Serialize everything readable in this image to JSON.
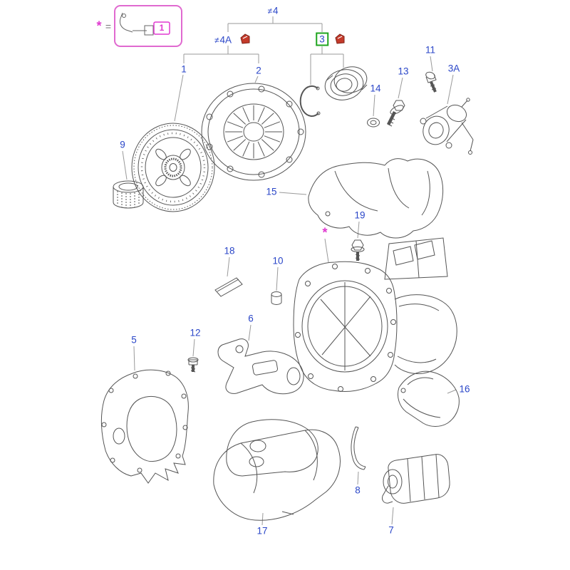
{
  "diagram": {
    "description": "Exploded clutch and clutch housing parts diagram",
    "colors": {
      "callout_blue": "#2a46c8",
      "leader_gray": "#9a9a9a",
      "art_gray": "#555555",
      "magenta": "#e03ad0",
      "green_highlight": "#1fa51f",
      "red_clip": "#c43a2a",
      "background": "#ffffff"
    }
  },
  "legend": {
    "star": "*",
    "equals": "=",
    "box_label": "1"
  },
  "symbols": {
    "fastener_prefix": "≠"
  },
  "callouts": {
    "c1": "1",
    "c2": "2",
    "c3": "3",
    "c3a": "3A",
    "c4": "4",
    "c4a": "4A",
    "c5": "5",
    "c6": "6",
    "c7": "7",
    "c8": "8",
    "c9": "9",
    "c10": "10",
    "c11": "11",
    "c12": "12",
    "c13": "13",
    "c14": "14",
    "c15": "15",
    "c16": "16",
    "c17": "17",
    "c18": "18",
    "c19": "19",
    "star": "*"
  }
}
